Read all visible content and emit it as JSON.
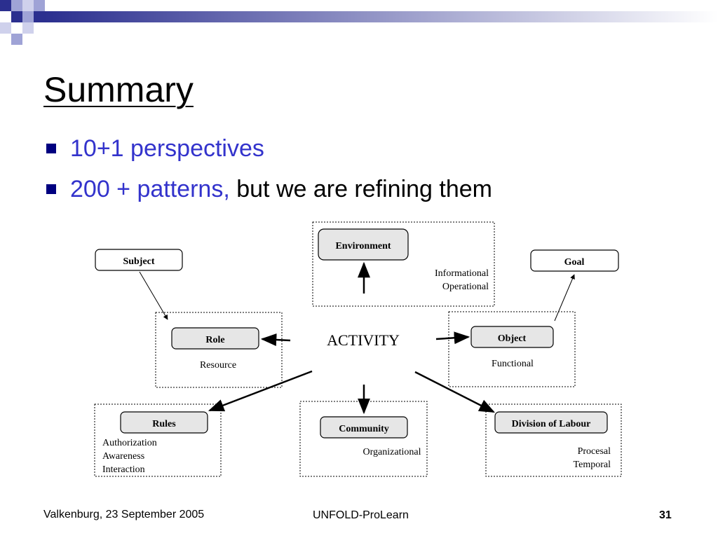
{
  "slide": {
    "title": "Summary",
    "bullets": [
      {
        "highlight": "10+1 perspectives",
        "rest": ""
      },
      {
        "highlight": "200 + patterns,",
        "rest": " but we are refining them"
      }
    ],
    "footer": {
      "left": "Valkenburg, 23 September 2005",
      "center": "UNFOLD-ProLearn",
      "page": "31"
    }
  },
  "diagram": {
    "center": "ACTIVITY",
    "boxes": {
      "environment": "Environment",
      "subject": "Subject",
      "goal": "Goal",
      "role": "Role",
      "object": "Object",
      "rules": "Rules",
      "community": "Community",
      "division": "Division of Labour"
    },
    "notes": {
      "environment_1": "Informational",
      "environment_2": "Operational",
      "role": "Resource",
      "object": "Functional",
      "rules_1": "Authorization",
      "rules_2": "Awareness",
      "rules_3": "Interaction",
      "community": "Organizational",
      "division_1": "Procesal",
      "division_2": "Temporal"
    }
  },
  "colors": {
    "accent": "#3333cc",
    "bullet": "#000080",
    "box_fill": "#e6e6e6"
  }
}
